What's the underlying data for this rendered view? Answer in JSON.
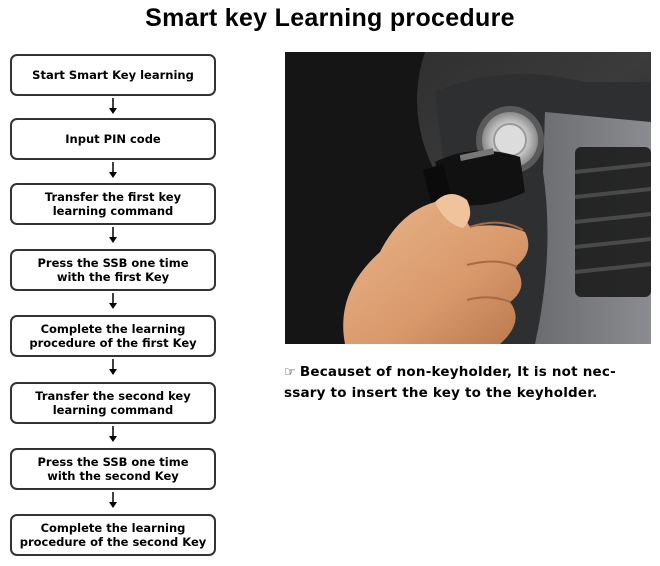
{
  "title": "Smart key Learning procedure",
  "steps": [
    "Start Smart Key learning",
    "Input PIN code",
    "Transfer the first key\nlearning command",
    "Press the SSB one time\nwith the first Key",
    "Complete the learning\nprocedure of the first Key",
    "Transfer the second key\nlearning command",
    "Press the SSB one time\nwith the second Key",
    "Complete the learning\nprocedure of the second Key"
  ],
  "note": {
    "icon": "pointing-hand-icon",
    "line1": "Becauset of non-keyholder, It is not nec-",
    "line2": "ssary to insert the key to the keyholder."
  },
  "colors": {
    "box_border": "#333333",
    "photo_dark": "#222222"
  }
}
